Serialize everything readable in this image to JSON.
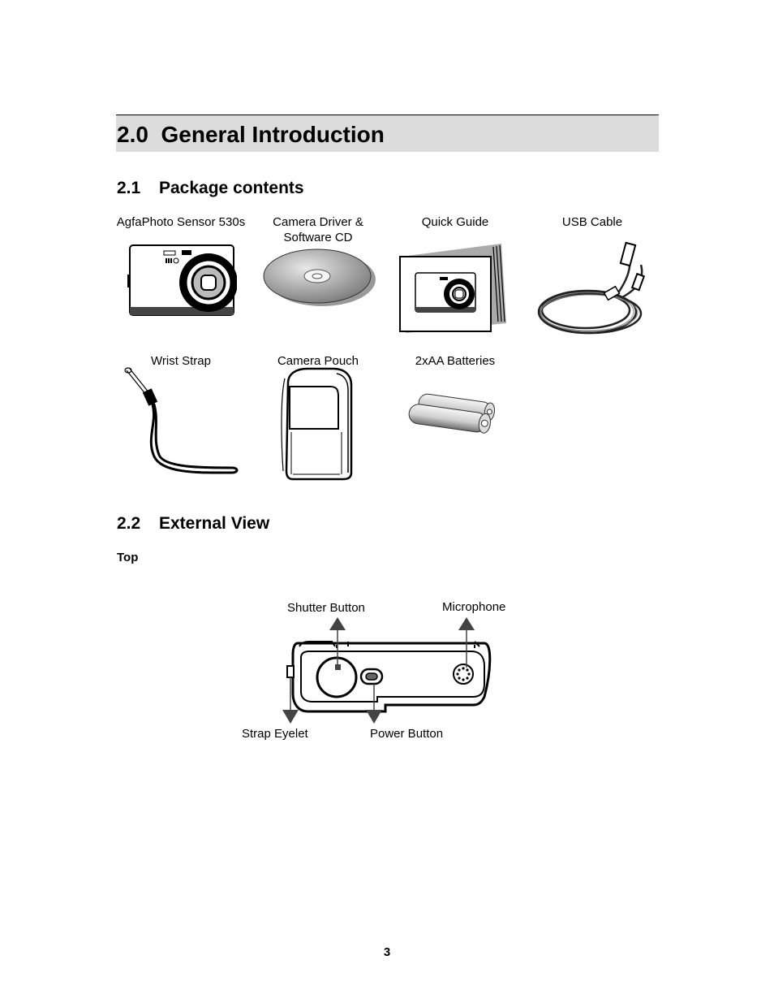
{
  "chapter": {
    "number": "2.0",
    "title": "General Introduction"
  },
  "package": {
    "number": "2.1",
    "title": "Package contents",
    "items": [
      {
        "label": "AgfaPhoto Sensor 530s",
        "icon": "camera-icon"
      },
      {
        "label": "Camera Driver & Software CD",
        "icon": "cd-icon"
      },
      {
        "label": "Quick Guide",
        "icon": "guide-icon"
      },
      {
        "label": "USB Cable",
        "icon": "usb-cable-icon"
      },
      {
        "label": "Wrist Strap",
        "icon": "wrist-strap-icon"
      },
      {
        "label": "Camera Pouch",
        "icon": "pouch-icon"
      },
      {
        "label": "2xAA Batteries",
        "icon": "batteries-icon"
      }
    ]
  },
  "external": {
    "number": "2.2",
    "title": "External View",
    "subheading": "Top",
    "callouts": {
      "shutter": "Shutter Button",
      "microphone": "Microphone",
      "strap": "Strap Eyelet",
      "power": "Power Button"
    }
  },
  "page_number": "3"
}
